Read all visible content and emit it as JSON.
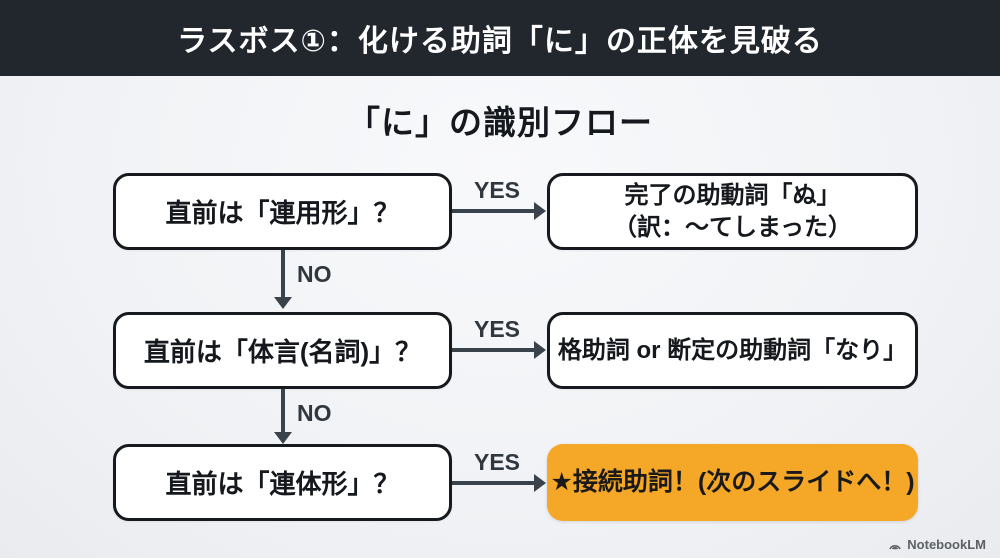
{
  "slide": {
    "header_title": "ラスボス①：化ける助詞「に」の正体を見破る",
    "title": "「に」の識別フロー"
  },
  "flow": {
    "rows": [
      {
        "question": "直前は「連用形」？",
        "yes_label": "YES",
        "no_label": "NO",
        "result_lines": [
          "完了の助動詞「ぬ」",
          "（訳：〜てしまった）"
        ]
      },
      {
        "question": "直前は「体言(名詞)」？",
        "yes_label": "YES",
        "no_label": "NO",
        "result_lines": [
          "格助詞 or 断定の助動詞「なり」"
        ]
      },
      {
        "question": "直前は「連体形」？",
        "yes_label": "YES",
        "result_lines": [
          "★接続助詞！(次のスライドへ！)"
        ]
      }
    ]
  },
  "footer": {
    "brand": "NotebookLM"
  },
  "colors": {
    "header_bg": "#22272E",
    "highlight_orange": "#F5A728",
    "arrow": "#3A424B"
  }
}
